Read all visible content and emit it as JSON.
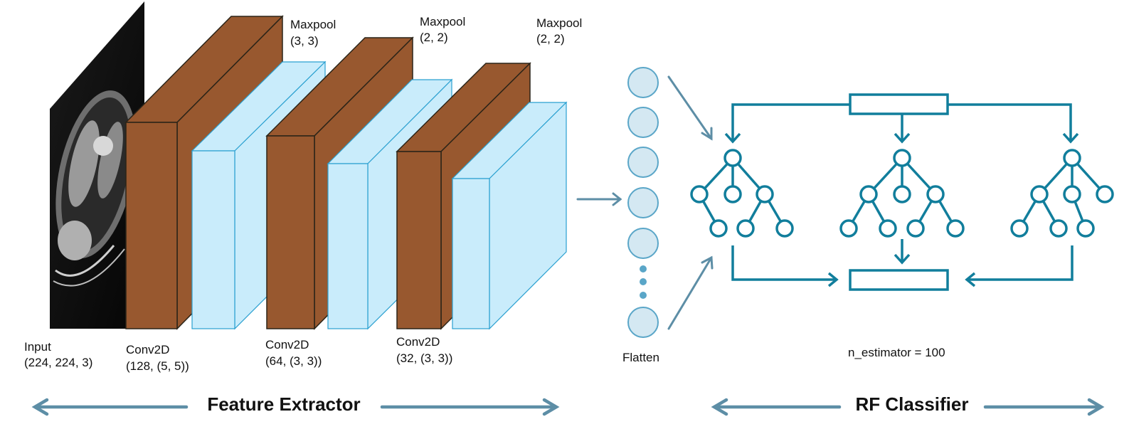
{
  "colors": {
    "conv": "#98582f",
    "conv_edge": "#2b2418",
    "pool": "#c9ecfb",
    "pool_edge": "#2aa0d0",
    "node_fill": "#d4e8f2",
    "node_stroke": "#5aa6c8",
    "tree": "#117e9c",
    "arrow": "#5d8ea6"
  },
  "input": {
    "label": "Input",
    "shape": "(224, 224, 3)"
  },
  "conv_layers": [
    {
      "label": "Conv2D",
      "params": "(128, (5, 5))"
    },
    {
      "label": "Conv2D",
      "params": "(64, (3, 3))"
    },
    {
      "label": "Conv2D",
      "params": "(32, (3, 3))"
    }
  ],
  "pool_layers": [
    {
      "label": "Maxpool",
      "params": "(3, 3)"
    },
    {
      "label": "Maxpool",
      "params": "(2, 2)"
    },
    {
      "label": "Maxpool",
      "params": "(2, 2)"
    }
  ],
  "flatten": {
    "label": "Flatten"
  },
  "rf": {
    "estimator_text": "n_estimator = 100"
  },
  "sections": {
    "feature_extractor": "Feature Extractor",
    "rf_classifier": "RF Classifier"
  }
}
